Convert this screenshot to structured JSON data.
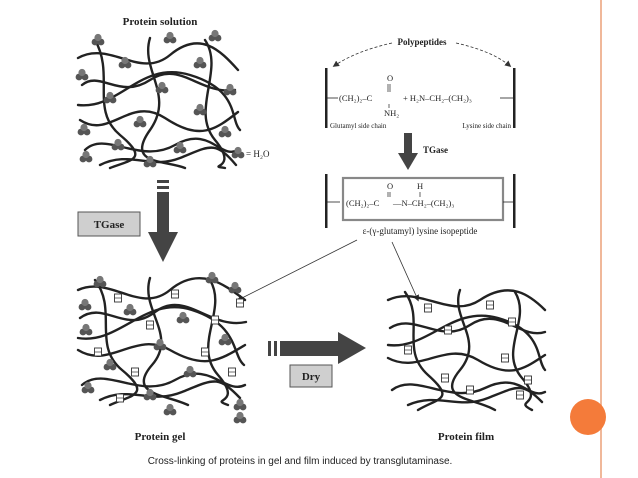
{
  "labels": {
    "protein_solution": "Protein solution",
    "water_legend": "= H₂O",
    "polypeptides": "Polypeptides",
    "glutamyl_side_chain": "Glutamyl side chain",
    "lysine_side_chain": "Lysine side chain",
    "tgase_small": "TGase",
    "tgase_box": "TGase",
    "isopeptide": "ε-(γ-glutamyl) lysine isopeptide",
    "dry": "Dry",
    "protein_gel": "Protein gel",
    "protein_film": "Protein film",
    "caption": "Cross-linking of proteins in gel and film induced by transglutaminase."
  },
  "formula_top": {
    "left_group": "(CH₂)₂–C",
    "o": "O",
    "nh2": "NH₂",
    "plus_group": "+ H₂N–CH₂–(CH₂)₃"
  },
  "formula_bottom": {
    "o": "O",
    "h": "H",
    "left_group": "(CH₂)₂–C",
    "middle": "—N–CH₂–(CH₂)₃"
  },
  "colors": {
    "accent_dot": "#f47b3a",
    "rule": "#f0b89a",
    "arrow_fill": "#444444",
    "box_fill": "#cfcfcf"
  }
}
